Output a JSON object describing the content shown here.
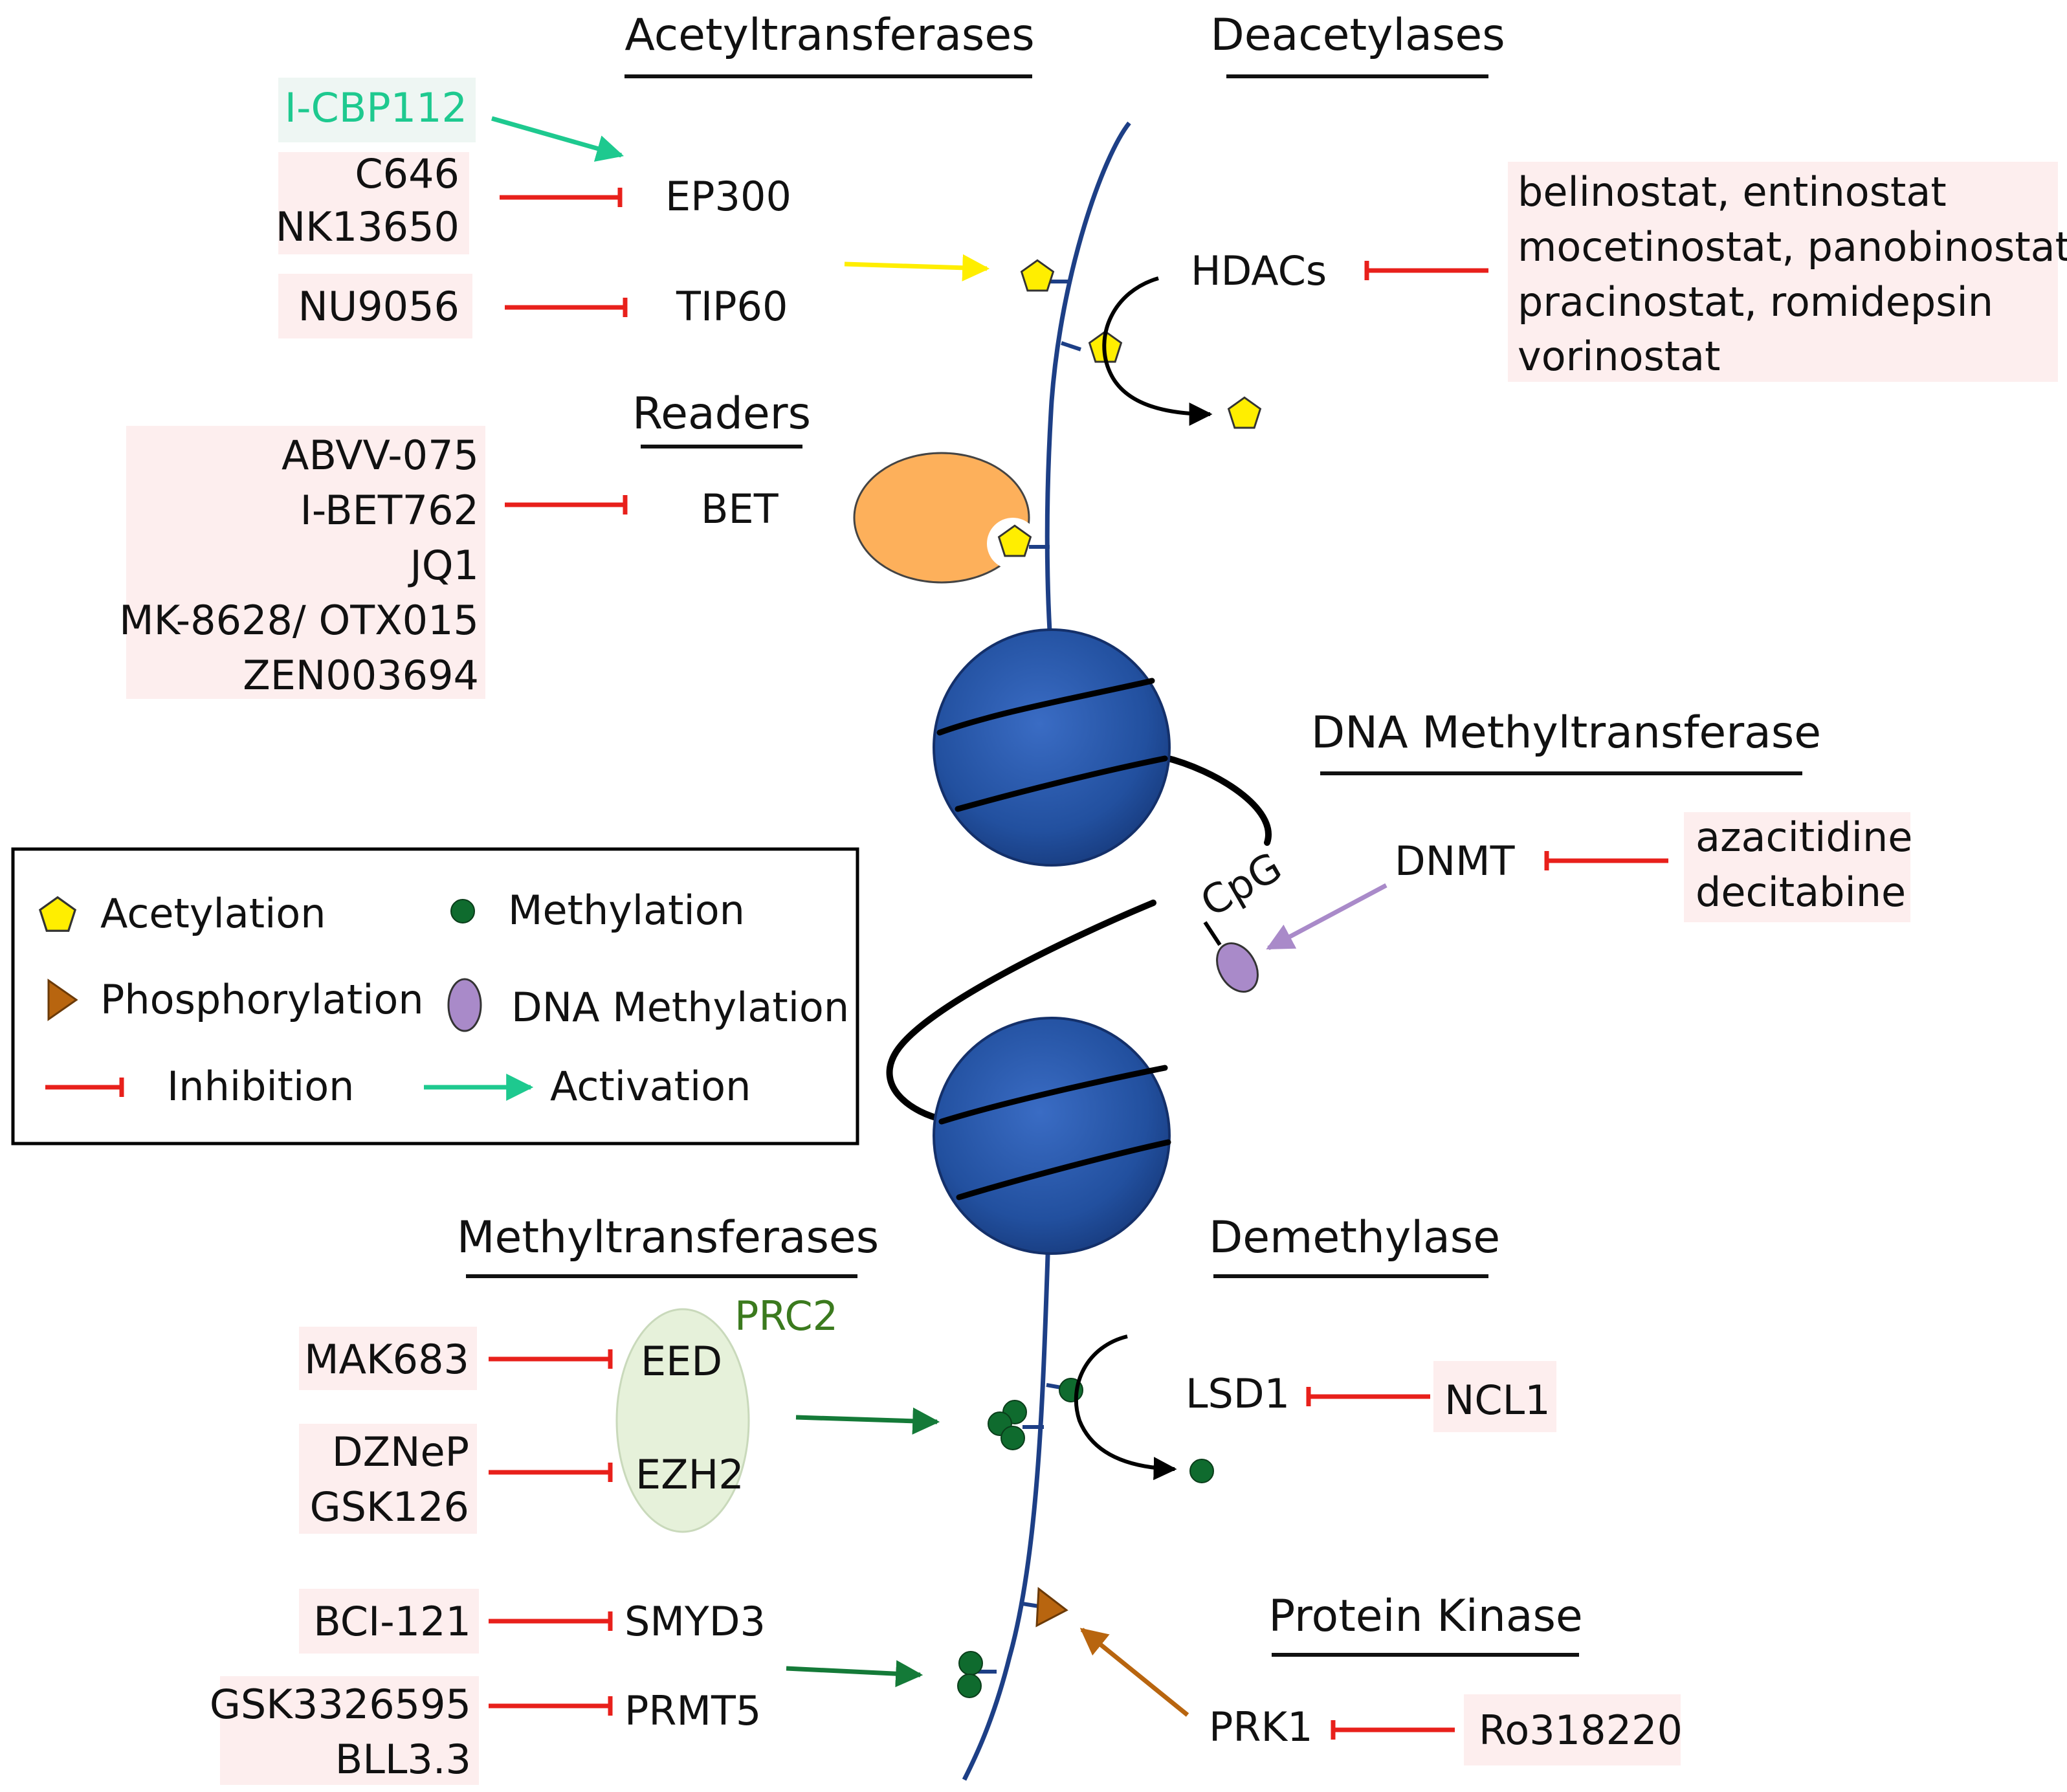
{
  "headers": {
    "acetyltransferases": "Acetyltransferases",
    "deacetylases": "Deacetylases",
    "readers": "Readers",
    "dna_methyltransferase": "DNA Methyltransferase",
    "methyltransferases": "Methyltransferases",
    "demethylase": "Demethylase",
    "protein_kinase": "Protein Kinase"
  },
  "enzymes": {
    "ep300": "EP300",
    "tip60": "TIP60",
    "hdacs": "HDACs",
    "bet": "BET",
    "dnmt": "DNMT",
    "prc2": "PRC2",
    "eed": "EED",
    "ezh2": "EZH2",
    "lsd1": "LSD1",
    "smyd3": "SMYD3",
    "prmt5": "PRMT5",
    "prk1": "PRK1",
    "cpg": "CpG"
  },
  "drugs": {
    "activator_ep300": "I-CBP112",
    "ep300_inhibitors": [
      "C646",
      "NK13650"
    ],
    "tip60_inhibitors": [
      "NU9056"
    ],
    "hdac_inhibitors": [
      "belinostat, entinostat",
      "mocetinostat, panobinostat",
      "pracinostat, romidepsin",
      "vorinostat"
    ],
    "bet_inhibitors": [
      "ABVV-075",
      "I-BET762",
      "JQ1",
      "MK-8628/ OTX015",
      "ZEN003694"
    ],
    "dnmt_inhibitors": [
      "azacitidine",
      "decitabine"
    ],
    "eed_inhibitors": [
      "MAK683"
    ],
    "ezh2_inhibitors": [
      "DZNeP",
      "GSK126"
    ],
    "lsd1_inhibitors": [
      "NCL1"
    ],
    "smyd3_inhibitors": [
      "BCI-121"
    ],
    "prmt5_inhibitors": [
      "GSK3326595",
      "BLL3.3"
    ],
    "prk1_inhibitors": [
      "Ro318220"
    ]
  },
  "legend": {
    "acetylation": "Acetylation",
    "methylation": "Methylation",
    "phosphorylation": "Phosphorylation",
    "dna_methylation": "DNA Methylation",
    "inhibition": "Inhibition",
    "activation": "Activation"
  },
  "colors": {
    "inhibition": "#e8201b",
    "activation": "#1ec98f",
    "acetyl": "#ffee00",
    "methyl": "#0f6b2e",
    "phospho": "#b8650f",
    "dna_methyl": "#a98ac9",
    "bet_reader": "#fdb05b",
    "prc2_complex": "#e6f1da",
    "prc2_text": "#3b7a1e",
    "histone": "#2552a6",
    "drug_box": "#fdeeee"
  }
}
